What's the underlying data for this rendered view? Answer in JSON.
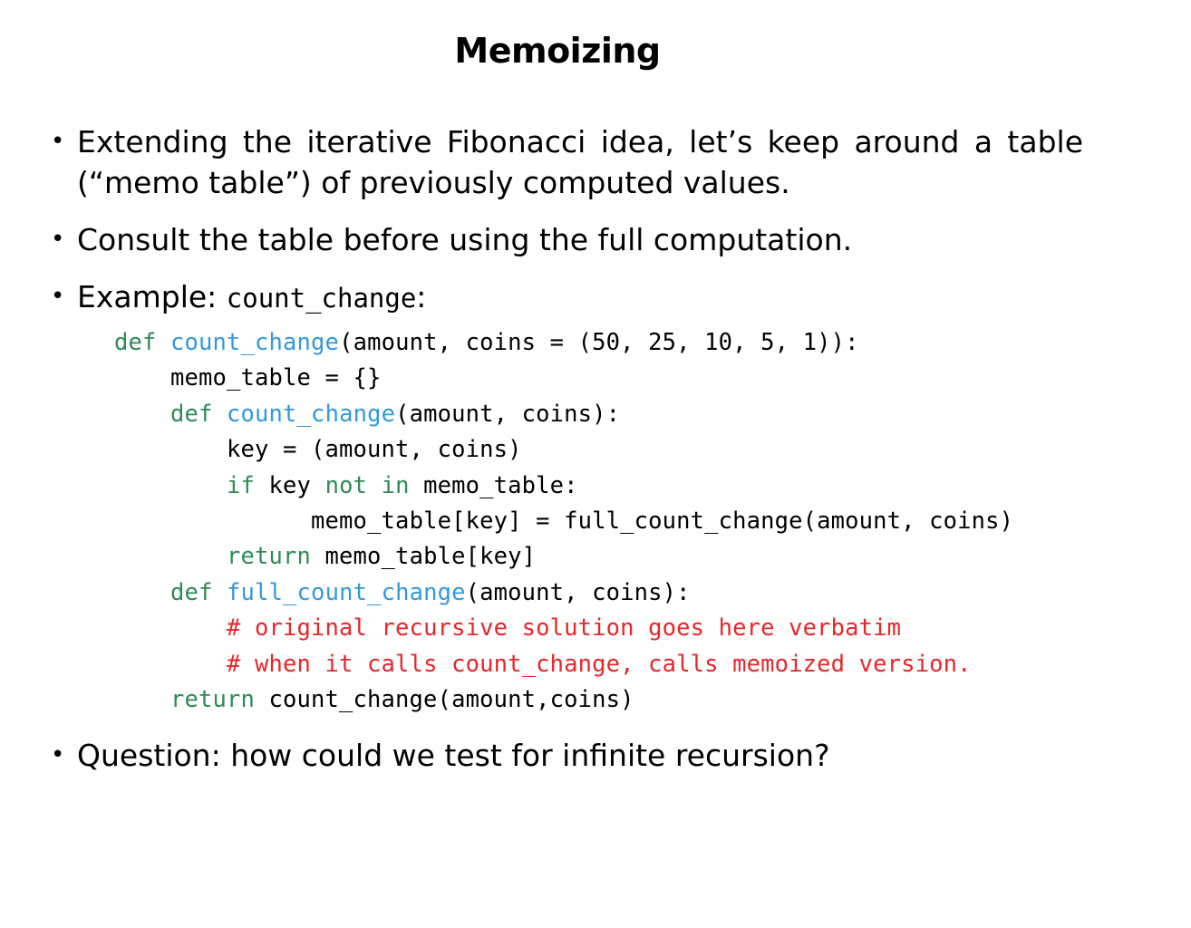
{
  "title": "Memoizing",
  "bullet_glyph": "•",
  "bullets": [
    {
      "text": "Extending the iterative Fibonacci idea, let’s keep around a table (“memo table”) of previously computed values."
    },
    {
      "text": "Consult the table before using the full computation."
    },
    {
      "prefix": "Example: ",
      "code": "count_change",
      "suffix": ":"
    },
    {
      "text": "Question: how could we test for infinite recursion?"
    }
  ],
  "colors": {
    "keyword": "#2e8b57",
    "function_name": "#3399dd",
    "comment": "#e8262a",
    "text": "#000000"
  },
  "code": {
    "l1": {
      "kw": "def",
      "fn": "count_change",
      "rest": "(amount, coins = (50, 25, 10, 5, 1)):"
    },
    "l2": {
      "rest": "memo_table = {}"
    },
    "l3": {
      "kw": "def",
      "fn": "count_change",
      "rest": "(amount, coins):"
    },
    "l4": {
      "rest": "key = (amount, coins)"
    },
    "l5": {
      "kw": "if",
      "mid": " key ",
      "kw2": "not in",
      "rest": " memo_table:"
    },
    "l6": {
      "rest": "memo_table[key] = full_count_change(amount, coins)"
    },
    "l7": {
      "kw": "return",
      "rest": " memo_table[key]"
    },
    "l8": {
      "kw": "def",
      "fn": "full_count_change",
      "rest": "(amount, coins):"
    },
    "l9": {
      "comment": "# original recursive solution goes here verbatim"
    },
    "l10": {
      "comment": "# when it calls count_change, calls memoized version."
    },
    "l11": {
      "kw": "return",
      "rest": " count_change(amount,coins)"
    }
  }
}
